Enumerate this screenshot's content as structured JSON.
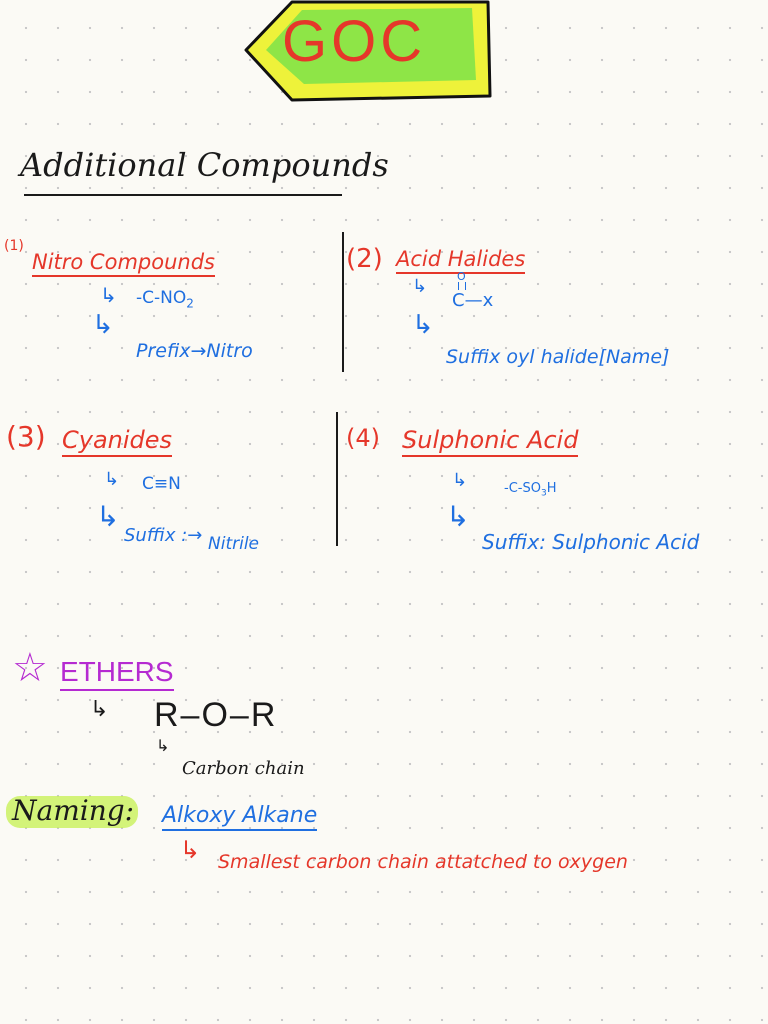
{
  "banner": {
    "title": "GOC"
  },
  "heading": {
    "title": "Additional Compounds"
  },
  "sections": [
    {
      "num": "(1)",
      "title": "Nitro Compounds",
      "arrow1": "↳",
      "formula": "-C-NO",
      "arrow2": "↳",
      "note": "Prefix→Nitro"
    },
    {
      "num": "(2)",
      "title": "Acid Halides",
      "arrow1": "↳",
      "formula_top": "O",
      "formula": "C—x",
      "arrow2": "↳",
      "note": "Suffix oyl halide[Name]"
    },
    {
      "num": "(3)",
      "title": "Cyanides",
      "arrow1": "↳",
      "formula": "C≡N",
      "arrow2": "↳",
      "note": "Suffix :→",
      "note2": "Nitrile"
    },
    {
      "num": "(4)",
      "title": "Sulphonic Acid",
      "arrow1": "↳",
      "formula": "-C-SO",
      "arrow2": "↳",
      "note": "Suffix: Sulphonic Acid"
    }
  ],
  "ethers": {
    "star": "☆",
    "title": "ETHERS",
    "arrow": "↳",
    "formula": "R–O–R",
    "sub_arrow": "↳",
    "sub_note": "Carbon chain"
  },
  "naming": {
    "label": "Naming:",
    "value": "Alkoxy Alkane",
    "arrow": "↳",
    "note": "Smallest carbon chain attatched to oxygen"
  }
}
